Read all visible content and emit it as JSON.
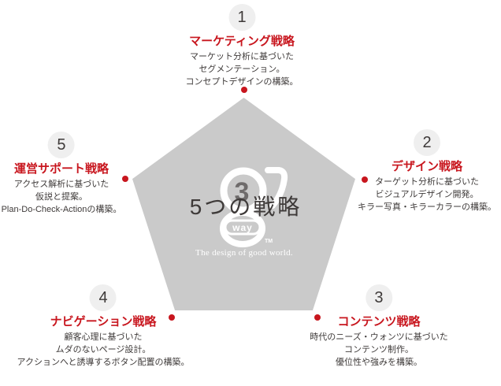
{
  "center": {
    "title": "5つの戦略",
    "tagline": "The design of good world.",
    "logo": {
      "number": "3",
      "way": "way",
      "tm": "TM"
    }
  },
  "strategies": [
    {
      "number": "1",
      "title": "マーケティング戦略",
      "lines": [
        "マーケット分析に基づいた",
        "セグメンテーション。",
        "コンセプトデザインの構築。"
      ]
    },
    {
      "number": "2",
      "title": "デザイン戦略",
      "lines": [
        "ターゲット分析に基づいた",
        "ビジュアルデザイン開発。",
        "キラー写真・キラーカラーの構築。"
      ]
    },
    {
      "number": "3",
      "title": "コンテンツ戦略",
      "lines": [
        "時代のニーズ・ウォンツに基づいた",
        "コンテンツ制作。",
        "優位性や強みを構築。"
      ]
    },
    {
      "number": "4",
      "title": "ナビゲーション戦略",
      "lines": [
        "顧客心理に基づいた",
        "ムダのないページ設計。",
        "アクションへと誘導するボタン配置の構築。"
      ]
    },
    {
      "number": "5",
      "title": "運営サポート戦略",
      "lines": [
        "アクセス解析に基づいた",
        "仮説と提案。",
        "Plan-Do-Check-Actionの構築。"
      ]
    }
  ],
  "colors": {
    "accent_red": "#c8161e",
    "pentagon_gray": "#cacaca",
    "circle_gray": "#efefef",
    "text_dark": "#3e3a39",
    "logo_white": "#ffffff"
  }
}
